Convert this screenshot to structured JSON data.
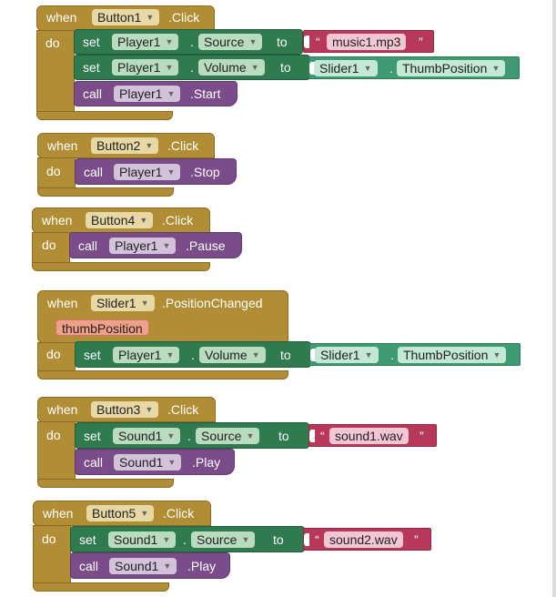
{
  "events": [
    {
      "id": "e1",
      "when": "when",
      "component": "Button1",
      "event": ".Click",
      "do": "do",
      "statements": [
        {
          "type": "set",
          "kw": "set",
          "component": "Player1",
          "property": "Source",
          "to": "to",
          "value_type": "text",
          "value": "music1.mp3"
        },
        {
          "type": "set",
          "kw": "set",
          "component": "Player1",
          "property": "Volume",
          "to": "to",
          "value_type": "get",
          "get_component": "Slider1",
          "get_property": "ThumbPosition"
        },
        {
          "type": "call",
          "kw": "call",
          "component": "Player1",
          "method": ".Start"
        }
      ]
    },
    {
      "id": "e2",
      "when": "when",
      "component": "Button2",
      "event": ".Click",
      "do": "do",
      "statements": [
        {
          "type": "call",
          "kw": "call",
          "component": "Player1",
          "method": ".Stop"
        }
      ]
    },
    {
      "id": "e3",
      "when": "when",
      "component": "Button4",
      "event": ".Click",
      "do": "do",
      "statements": [
        {
          "type": "call",
          "kw": "call",
          "component": "Player1",
          "method": ".Pause"
        }
      ]
    },
    {
      "id": "e4",
      "when": "when",
      "component": "Slider1",
      "event": ".PositionChanged",
      "do": "do",
      "param": "thumbPosition",
      "statements": [
        {
          "type": "set",
          "kw": "set",
          "component": "Player1",
          "property": "Volume",
          "to": "to",
          "value_type": "get",
          "get_component": "Slider1",
          "get_property": "ThumbPosition"
        }
      ]
    },
    {
      "id": "e5",
      "when": "when",
      "component": "Button3",
      "event": ".Click",
      "do": "do",
      "statements": [
        {
          "type": "set",
          "kw": "set",
          "component": "Sound1",
          "property": "Source",
          "to": "to",
          "value_type": "text",
          "value": "sound1.wav"
        },
        {
          "type": "call",
          "kw": "call",
          "component": "Sound1",
          "method": ".Play"
        }
      ]
    },
    {
      "id": "e6",
      "when": "when",
      "component": "Button5",
      "event": ".Click",
      "do": "do",
      "statements": [
        {
          "type": "set",
          "kw": "set",
          "component": "Sound1",
          "property": "Source",
          "to": "to",
          "value_type": "text",
          "value": "sound2.wav"
        },
        {
          "type": "call",
          "kw": "call",
          "component": "Sound1",
          "method": ".Play"
        }
      ]
    }
  ],
  "glyphs": {
    "dropdown": "▼",
    "dot": ".",
    "open_quote": "“",
    "close_quote": "”"
  },
  "colors": {
    "event": "#b18e35",
    "set": "#2f7a4f",
    "call": "#7a4c89",
    "text": "#b8385b",
    "getter": "#3f9a74",
    "param": "#f0a08a"
  }
}
